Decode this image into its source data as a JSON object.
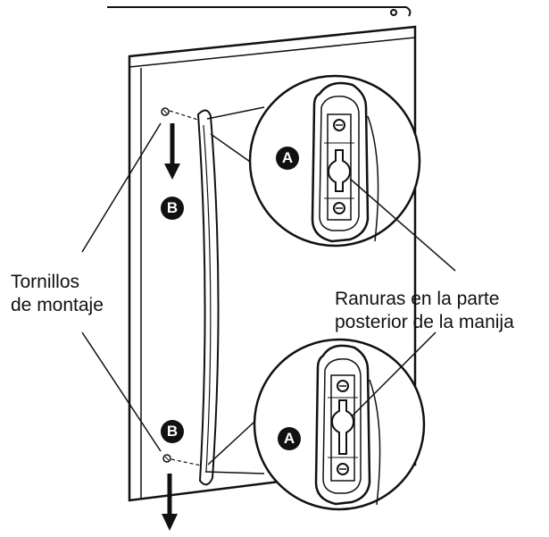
{
  "labels": {
    "screws_line1": "Tornillos",
    "screws_line2": "de montaje",
    "slots_line1": "Ranuras en la parte",
    "slots_line2": "posterior de la manija"
  },
  "badges": {
    "a_top": "A",
    "a_bottom": "A",
    "b_top": "B",
    "b_bottom": "B"
  }
}
